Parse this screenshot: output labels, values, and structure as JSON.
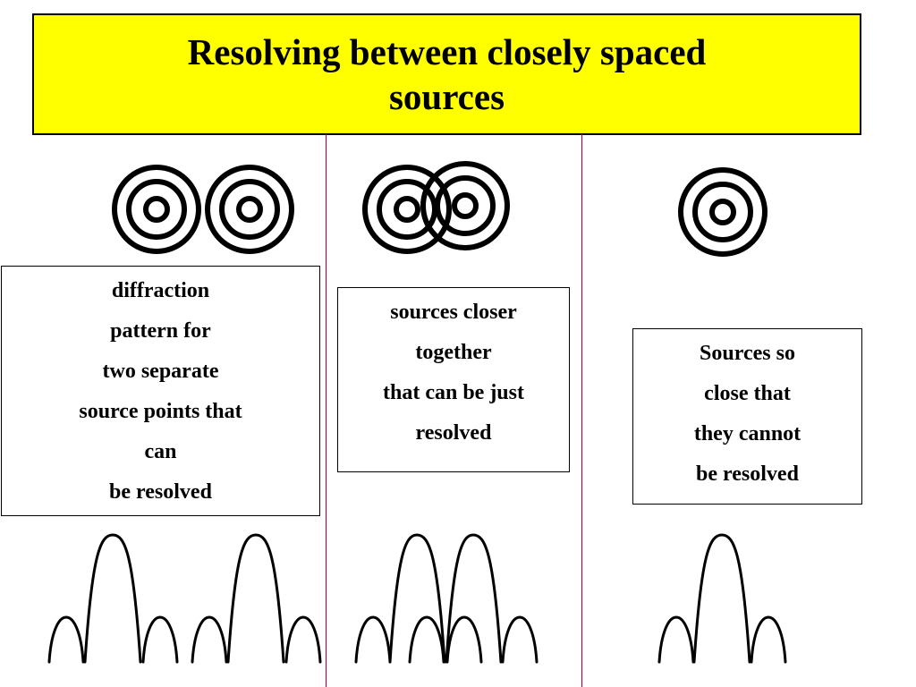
{
  "title": "Resolving between closely spaced sources",
  "panels": [
    {
      "id": "separate",
      "caption_lines": [
        "diffraction",
        "pattern for",
        "two separate",
        "source points that",
        "can",
        "be resolved"
      ]
    },
    {
      "id": "just-resolved",
      "caption_lines": [
        "sources closer",
        "together",
        "that can be just",
        "resolved"
      ]
    },
    {
      "id": "unresolved",
      "caption_lines": [
        "Sources so",
        "close that",
        "they cannot",
        "be resolved"
      ]
    }
  ],
  "colors": {
    "title_background": "#ffff00",
    "divider": "#a0004a",
    "ink": "#000000"
  }
}
